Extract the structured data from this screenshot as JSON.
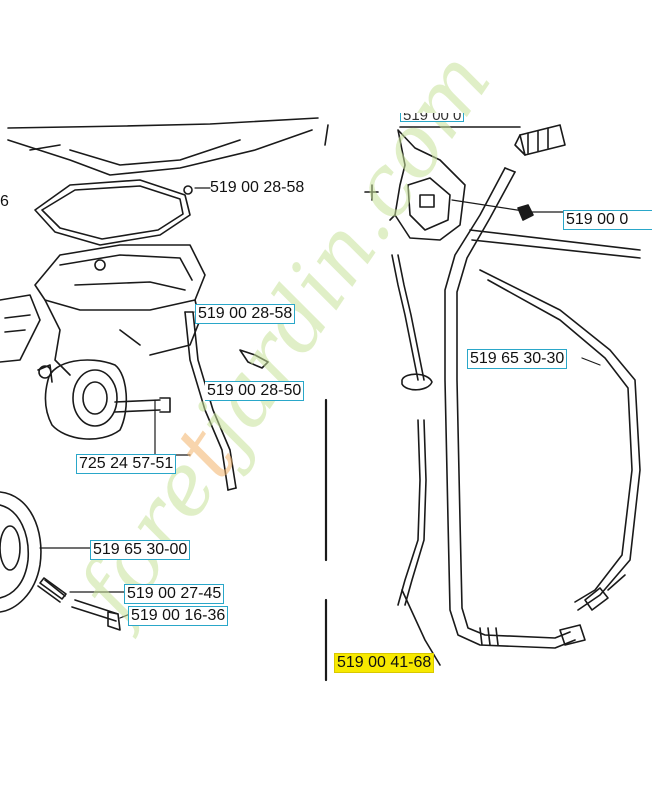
{
  "callouts": [
    {
      "id": "c1",
      "text": "519 00 28-58"
    },
    {
      "id": "c2",
      "text": "519 00 28-58"
    },
    {
      "id": "c3",
      "text": "519 00 28-50"
    },
    {
      "id": "c4",
      "text": "725 24 57-51"
    },
    {
      "id": "c5",
      "text": "519 65 30-00"
    },
    {
      "id": "c6",
      "text": "519 00 27-45"
    },
    {
      "id": "c7",
      "text": "519 00 16-36"
    },
    {
      "id": "c8",
      "text": "519 00 0"
    },
    {
      "id": "c9",
      "text": "519 65 30-30"
    },
    {
      "id": "c10",
      "text": "519 00 41-68",
      "highlighted": true
    }
  ],
  "partial_text": {
    "left_edge": "6",
    "top_cut": "519 00 0"
  },
  "watermark": {
    "prefix": "fore",
    "accent": "t",
    "suffix": "jardin.com",
    "colors": {
      "main": "#c8e29a",
      "accent": "#f3b46b"
    }
  },
  "colors": {
    "label_border": "#2aa7c9",
    "highlight": "#f7e900",
    "line": "#1a1a1a"
  }
}
